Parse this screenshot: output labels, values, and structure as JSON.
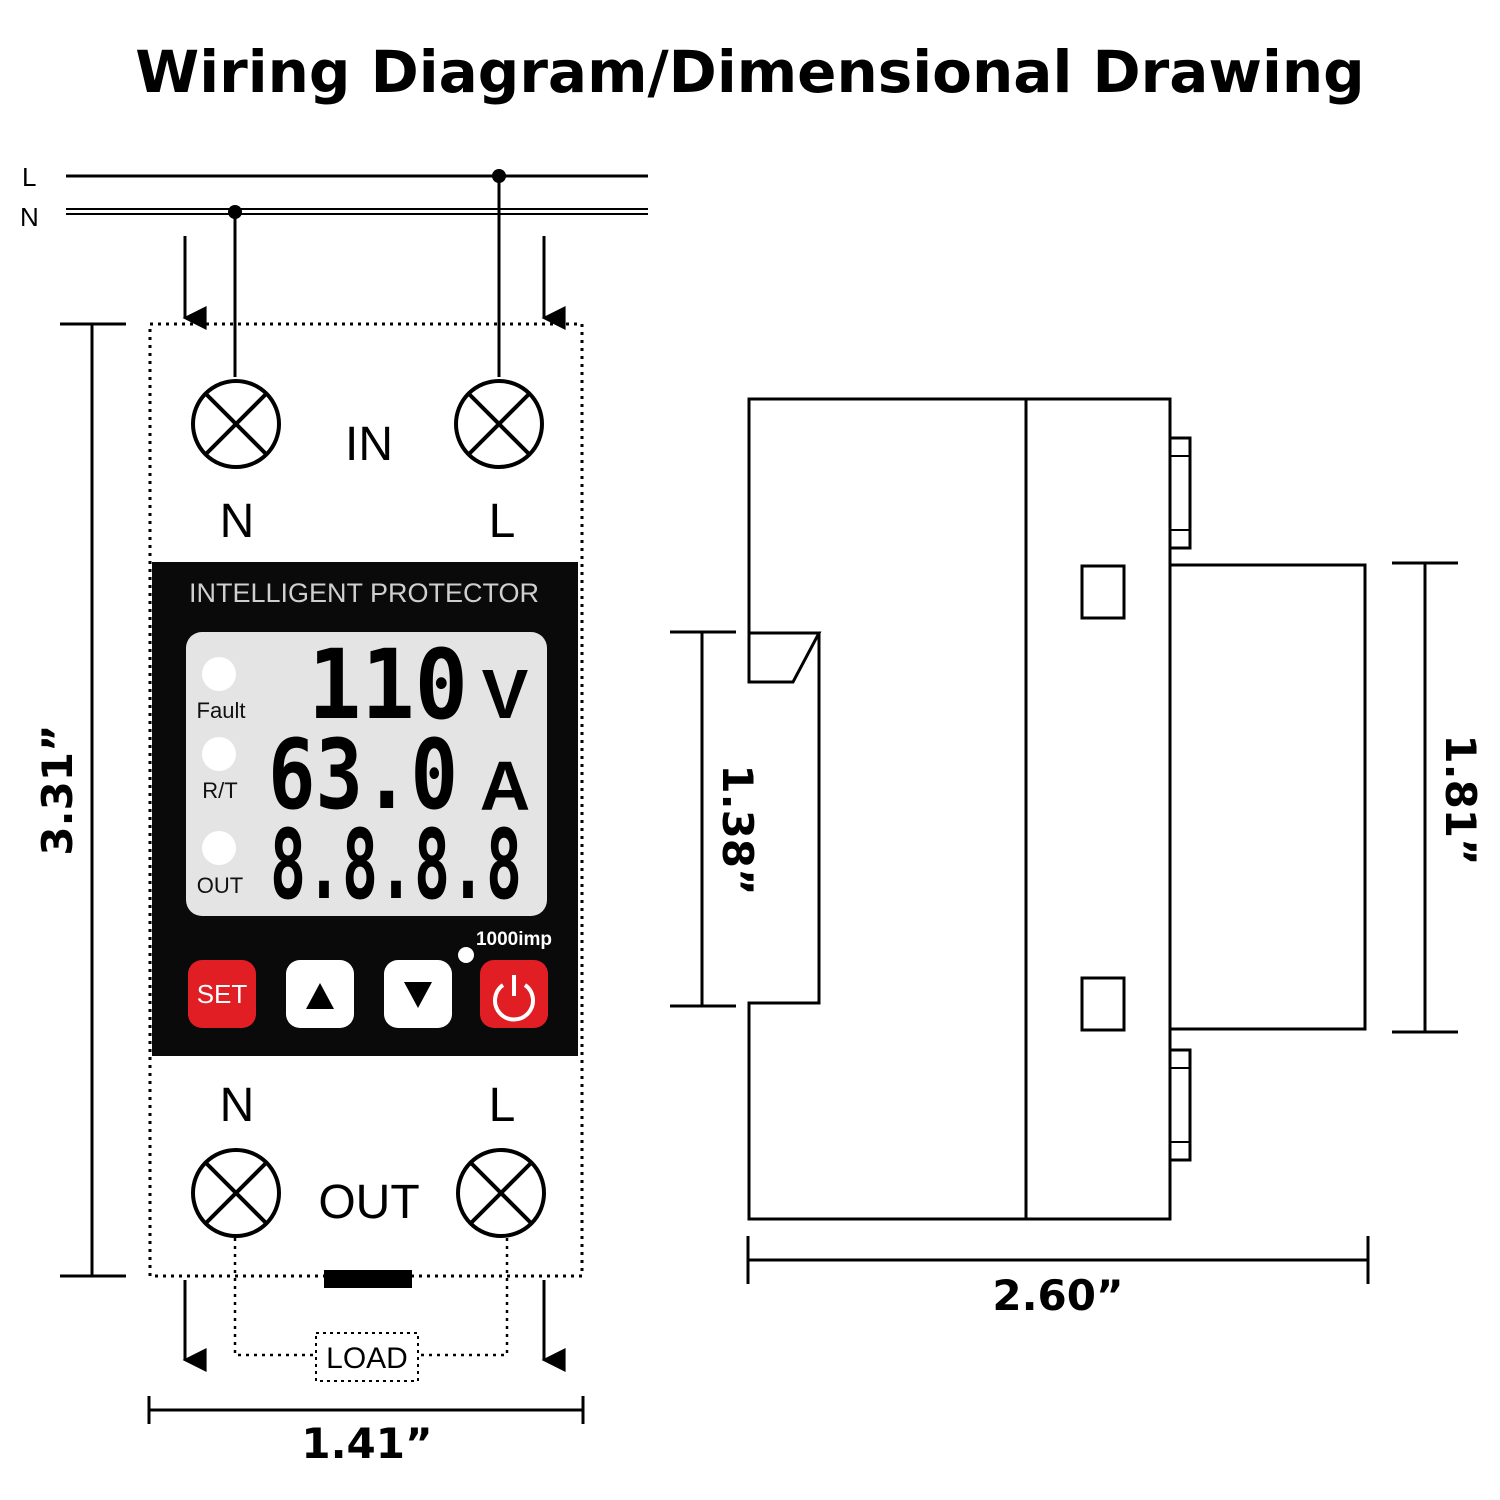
{
  "title": "Wiring Diagram/Dimensional Drawing",
  "mains": {
    "line_label": "L",
    "neutral_label": "N"
  },
  "device": {
    "in_label": "IN",
    "out_label": "OUT",
    "terminal_n": "N",
    "terminal_l": "L",
    "panel_title": "INTELLIGENT PROTECTOR",
    "display": {
      "row1": "110",
      "row1_unit": "V",
      "row2": "63.0",
      "row2_unit": "A",
      "row3": "8.8.8.8"
    },
    "indicators": {
      "fault": "Fault",
      "rt": "R/T",
      "out": "OUT"
    },
    "imp_label": "1000imp",
    "buttons": {
      "set": "SET"
    },
    "load_label": "LOAD"
  },
  "dimensions": {
    "height": "3.31”",
    "width": "1.41”",
    "depth": "2.60”",
    "rail": "1.38”",
    "front": "1.81”"
  },
  "colors": {
    "panel_bg": "#0a0a0a",
    "lcd_bg": "#e4e4e4",
    "set_red": "#e01e24",
    "power_red": "#e01e24",
    "ink": "#000000"
  },
  "icons": {
    "terminal": "terminal-cross-icon",
    "up": "triangle-up-icon",
    "down": "triangle-down-icon",
    "power": "power-icon",
    "arrow": "arrow-down-icon"
  }
}
